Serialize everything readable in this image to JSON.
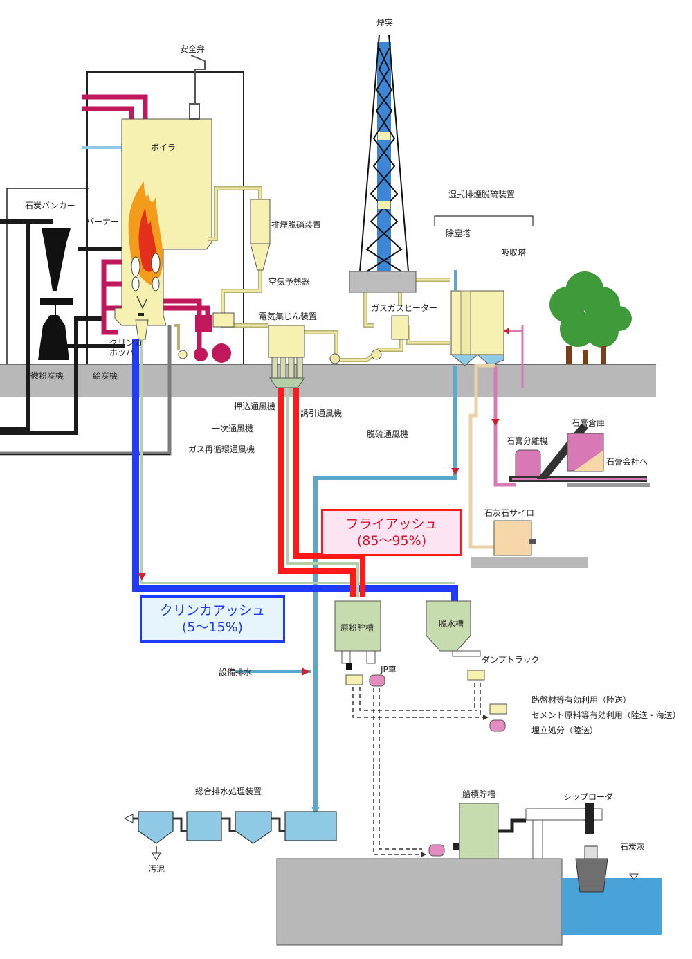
{
  "colors": {
    "coal_line": "#1a1a1a",
    "hot_air": "#c0185a",
    "air": "#8ecae6",
    "flue_gas": "#efe9a6",
    "equipment": "#f6f1b0",
    "fly_ash": "#ff1a1a",
    "clinker_ash": "#1f3bff",
    "ground": "#b8b8b8",
    "water": "#4aa3d8",
    "gypsum": "#d878b4",
    "tree": "#3f9a3a"
  },
  "labels": {
    "safety_valve": "安全弁",
    "chimney": "煙突",
    "boiler": "ボイラ",
    "coal_bunker": "石炭バンカー",
    "burner": "バーナー",
    "clinker_hopper_1": "クリンカ",
    "clinker_hopper_2": "ホッパ",
    "pulverizer": "微粉炭機",
    "coal_feeder": "給炭機",
    "denitration": "排煙脱硝装置",
    "air_preheater": "空気予熱器",
    "esp": "電気集じん装置",
    "gas_gas_heater": "ガスガスヒーター",
    "wet_fgd": "湿式排煙脱硫装置",
    "dust_tower": "除塵塔",
    "absorber": "吸収塔",
    "fdf": "押込通風機",
    "idf": "誘引通風機",
    "desulf_fan": "脱硫通風機",
    "primary_fan": "一次通風機",
    "gas_recirc_fan": "ガス再循環通風機",
    "gypsum_separator": "石膏分離機",
    "gypsum_warehouse": "石膏倉庫",
    "to_gypsum_company": "石膏会社へ",
    "limestone_silo": "石灰石サイロ",
    "raw_ash_tank": "原粉貯槽",
    "dewatering_tank": "脱水槽",
    "dump_truck": "ダンプトラック",
    "jp_truck": "JP車",
    "equipment_drain": "設備排水",
    "use_1": "路盤材等有効利用（陸送）",
    "use_2": "セメント原料等有効利用（陸送・海送）",
    "use_3": "埋立処分（陸送）",
    "wastewater_treatment": "総合排水処理装置",
    "sludge": "汚泥",
    "ship_loading_tank": "船積貯槽",
    "ship_loader": "シップローダ",
    "coal_ash": "石炭灰"
  },
  "fly_ash": {
    "name": "フライアッシュ",
    "ratio": "(85～95%)"
  },
  "clinker_ash": {
    "name": "クリンカアッシュ",
    "ratio": "(5～15%)"
  }
}
